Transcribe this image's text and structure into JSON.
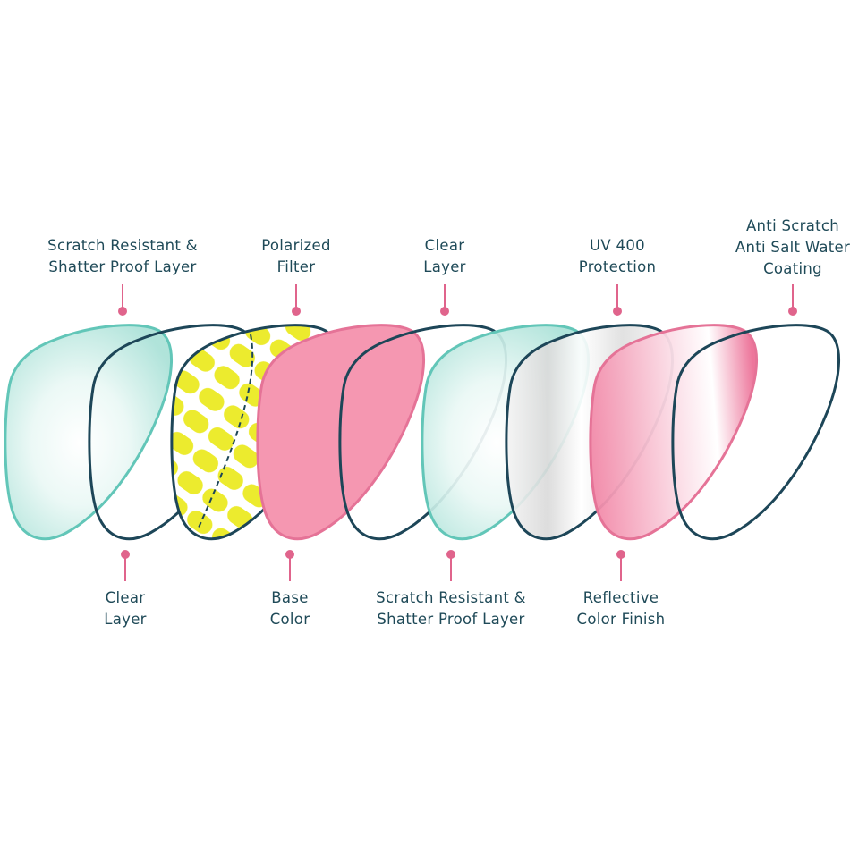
{
  "colors": {
    "text": "#1f4a58",
    "pointer": "#e0648c",
    "teal_outline": "#62c6b8",
    "navy_outline": "#1d4658",
    "yellow": "#eceb2e",
    "pink_fill": "#f597b1",
    "pink_outline": "#e57397"
  },
  "layers": [
    {
      "id": "scratch-resistant-1",
      "kind": "teal"
    },
    {
      "id": "clear-1",
      "kind": "navy"
    },
    {
      "id": "polarized-filter",
      "kind": "yellow-pattern"
    },
    {
      "id": "base-color",
      "kind": "pink"
    },
    {
      "id": "clear-2",
      "kind": "navy"
    },
    {
      "id": "scratch-resistant-2",
      "kind": "teal"
    },
    {
      "id": "uv-400",
      "kind": "silver"
    },
    {
      "id": "reflective-finish",
      "kind": "pink-gradient"
    },
    {
      "id": "anti-scratch-coating",
      "kind": "navy"
    }
  ],
  "labels_top": [
    {
      "id": "scratch-resistant-1",
      "lines": [
        "Scratch Resistant &",
        "Shatter Proof Layer"
      ]
    },
    {
      "id": "polarized-filter",
      "lines": [
        "Polarized",
        "Filter"
      ]
    },
    {
      "id": "clear-2",
      "lines": [
        "Clear",
        "Layer"
      ]
    },
    {
      "id": "uv-400",
      "lines": [
        "UV 400",
        "Protection"
      ]
    },
    {
      "id": "anti-scratch-coating",
      "lines": [
        "Anti Scratch",
        "Anti Salt Water",
        "Coating"
      ]
    }
  ],
  "labels_bottom": [
    {
      "id": "clear-1",
      "lines": [
        "Clear",
        "Layer"
      ]
    },
    {
      "id": "base-color",
      "lines": [
        "Base",
        "Color"
      ]
    },
    {
      "id": "scratch-resistant-2",
      "lines": [
        "Scratch Resistant &",
        "Shatter Proof Layer"
      ]
    },
    {
      "id": "reflective-finish",
      "lines": [
        "Reflective",
        "Color Finish"
      ]
    }
  ]
}
